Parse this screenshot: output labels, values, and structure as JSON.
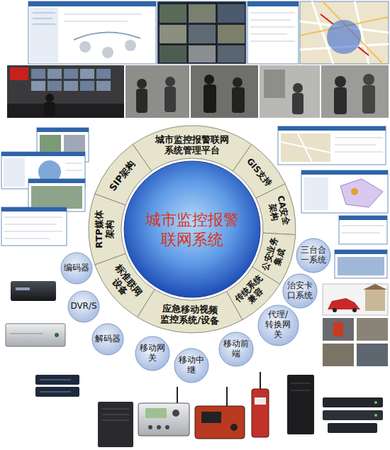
{
  "diagram": {
    "nodes": [
      {
        "text": [
          "城市监控报警联网系统管理平台"
        ]
      },
      {
        "text": [
          "GIS支持"
        ]
      },
      {
        "text": [
          "CA安全架构"
        ]
      },
      {
        "text": [
          "公安业务集成"
        ]
      },
      {
        "text": [
          "传统系统兼容"
        ]
      },
      {
        "text": [
          "应急移动视频监控系统/设备"
        ]
      },
      {
        "text": [
          "标准联网设备"
        ]
      },
      {
        "text": [
          "RTP媒体架构"
        ]
      },
      {
        "text": [
          "SIP架构"
        ]
      },
      {
        "text": [
          "城市监控报警联网系统"
        ]
      },
      {
        "text": [
          "编码器"
        ]
      },
      {
        "text": [
          "DVR/S"
        ]
      },
      {
        "text": [
          "解码器"
        ]
      },
      {
        "text": [
          "移动网关"
        ]
      },
      {
        "text": [
          "移动中继"
        ]
      },
      {
        "text": [
          "移动前端"
        ]
      },
      {
        "text": [
          "代理/转换网关"
        ]
      },
      {
        "text": [
          "治安卡口系统"
        ]
      },
      {
        "text": [
          "三台合一系统"
        ]
      }
    ]
  }
}
